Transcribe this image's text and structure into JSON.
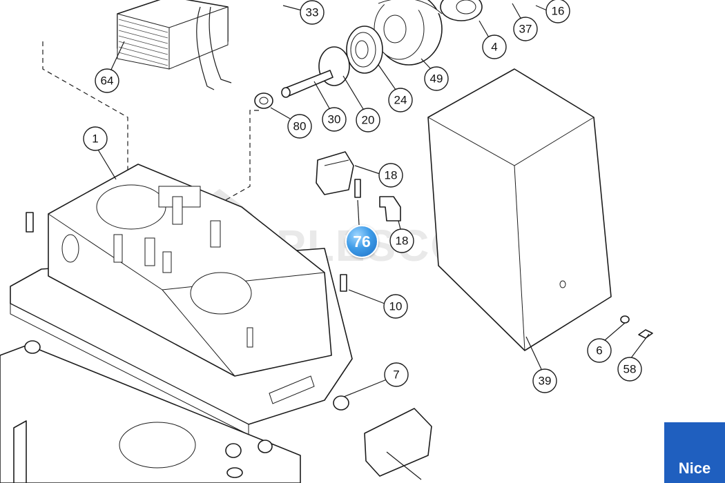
{
  "watermark": "PLESCOM",
  "highlighted_part": "76",
  "brand": "Nice",
  "callouts": {
    "c33": "33",
    "c16": "16",
    "c37": "37",
    "c4": "4",
    "c49": "49",
    "c64": "64",
    "c24": "24",
    "c30": "30",
    "c20": "20",
    "c80": "80",
    "c1": "1",
    "c18a": "18",
    "c18b": "18",
    "c10": "10",
    "c6": "6",
    "c58": "58",
    "c39": "39",
    "c7": "7"
  },
  "colors": {
    "highlight": "#3f9ce8",
    "brand": "#1f5fbf",
    "line": "#1b1b1b"
  }
}
